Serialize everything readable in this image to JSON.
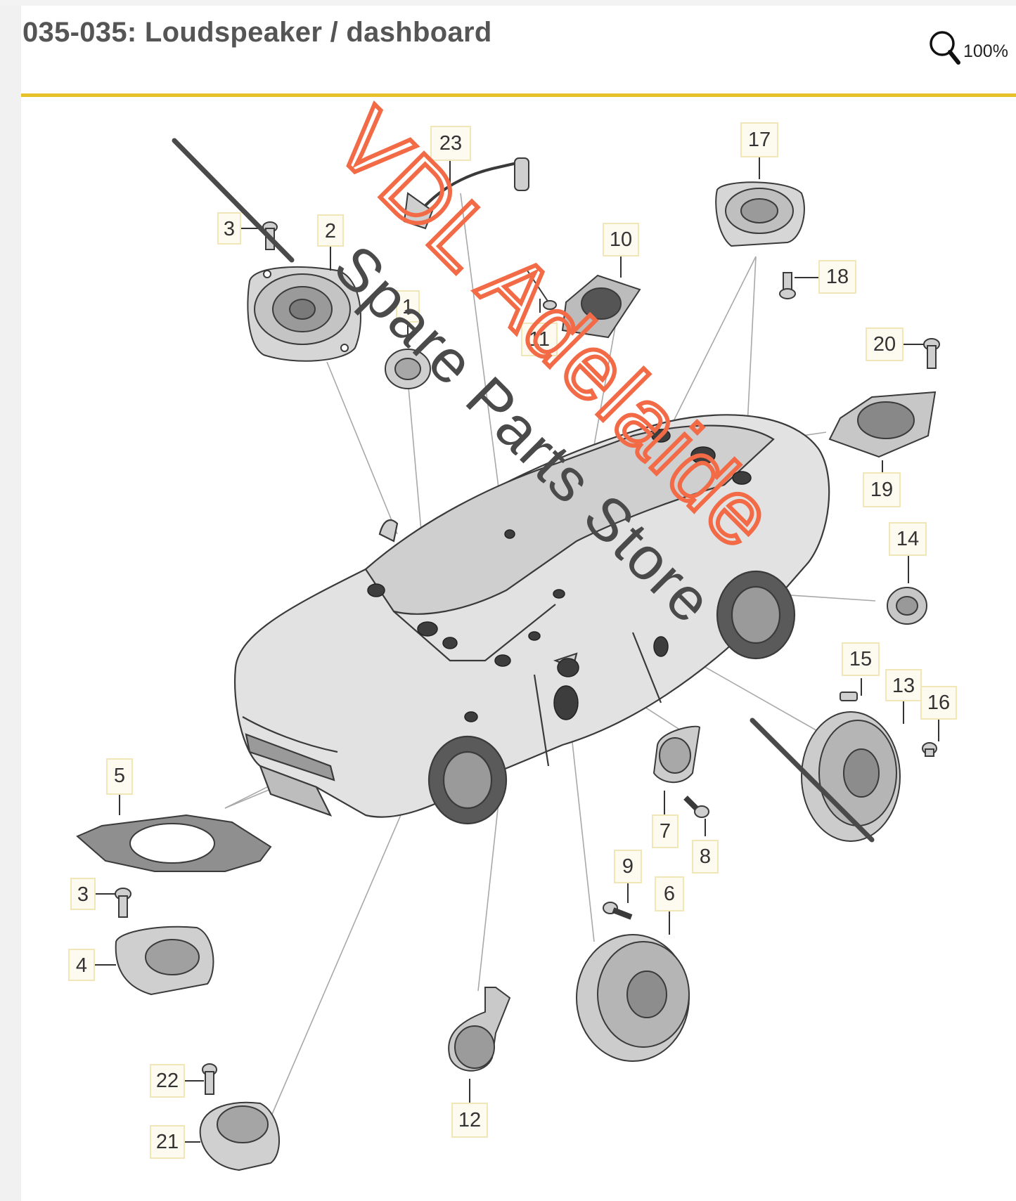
{
  "header": {
    "title": "035-035: Loudspeaker / dashboard",
    "zoom_value": "100%"
  },
  "colors": {
    "accent_rule": "#e7c12b",
    "title_text": "#555555",
    "watermark_orange": "#f26a46",
    "watermark_gray": "#4a4a4a",
    "part_stroke": "#3a3a3a",
    "leader_line": "#aaaaaa"
  },
  "icons": {
    "zoom": "magnifier-icon"
  },
  "watermark": {
    "line1": "VDL Adelaide",
    "line2": "Spare Parts Store"
  },
  "callouts": [
    "1",
    "2",
    "3",
    "3",
    "4",
    "5",
    "6",
    "7",
    "8",
    "9",
    "10",
    "11",
    "12",
    "13",
    "14",
    "15",
    "16",
    "17",
    "18",
    "19",
    "20",
    "21",
    "22",
    "23"
  ]
}
